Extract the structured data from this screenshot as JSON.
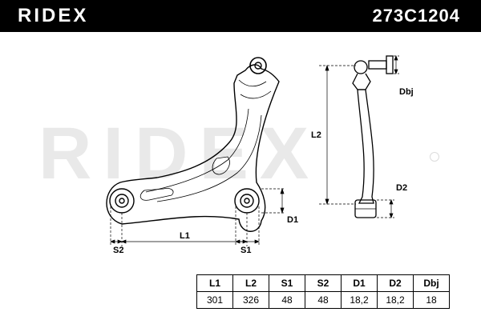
{
  "header": {
    "brand": "RIDEX",
    "part_number": "273C1204",
    "background": "#000000",
    "text_color": "#ffffff"
  },
  "watermark": {
    "text": "RIDEX"
  },
  "drawing": {
    "labels": {
      "L1": "L1",
      "L2": "L2",
      "S1": "S1",
      "S2": "S2",
      "D1": "D1",
      "D2": "D2",
      "Dbj": "Dbj"
    }
  },
  "specs": {
    "headers": [
      "L1",
      "L2",
      "S1",
      "S2",
      "D1",
      "D2",
      "Dbj"
    ],
    "values": [
      "301",
      "326",
      "48",
      "48",
      "18,2",
      "18,2",
      "18"
    ]
  }
}
